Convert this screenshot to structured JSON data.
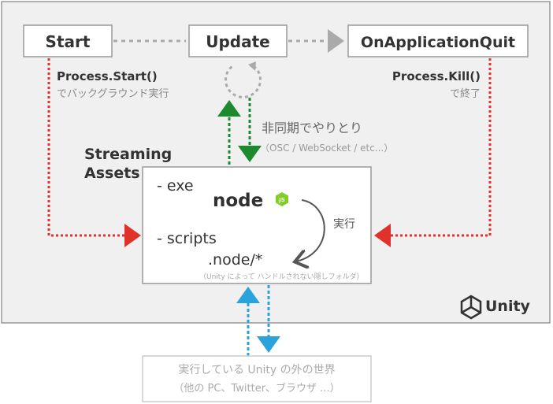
{
  "boxes": {
    "start": "Start",
    "update": "Update",
    "quit": "OnApplicationQuit",
    "outer_line1": "実行している Unity の外の世界",
    "outer_line2": "（他の PC、Twitter、ブラウザ ...）"
  },
  "annotations": {
    "process_start": "Process.Start()",
    "process_start_sub": "でバックグラウンド実行",
    "process_kill": "Process.Kill()",
    "process_kill_sub": "で終了",
    "async_label": "非同期でやりとり",
    "async_sub": "（OSC / WebSocket / etc...）",
    "streaming_line1": "Streaming",
    "streaming_line2": "Assets",
    "exe_label": "- exe",
    "scripts_label": "- scripts",
    "node_path": ".node/*",
    "hidden_note": "（Unity によって ハンドルされない隠しフォルダ）",
    "exec_label": "実行"
  },
  "logos": {
    "node_text": "node",
    "node_badge": "JS",
    "unity_label": "Unity"
  },
  "colors": {
    "outer_bg": "#f0f0f0",
    "red": "#e0322a",
    "green": "#1e8a2e",
    "blue": "#2aa3dc",
    "gray_dots": "#aaaaaa",
    "text_dark": "#333333",
    "text_light": "#888888"
  }
}
